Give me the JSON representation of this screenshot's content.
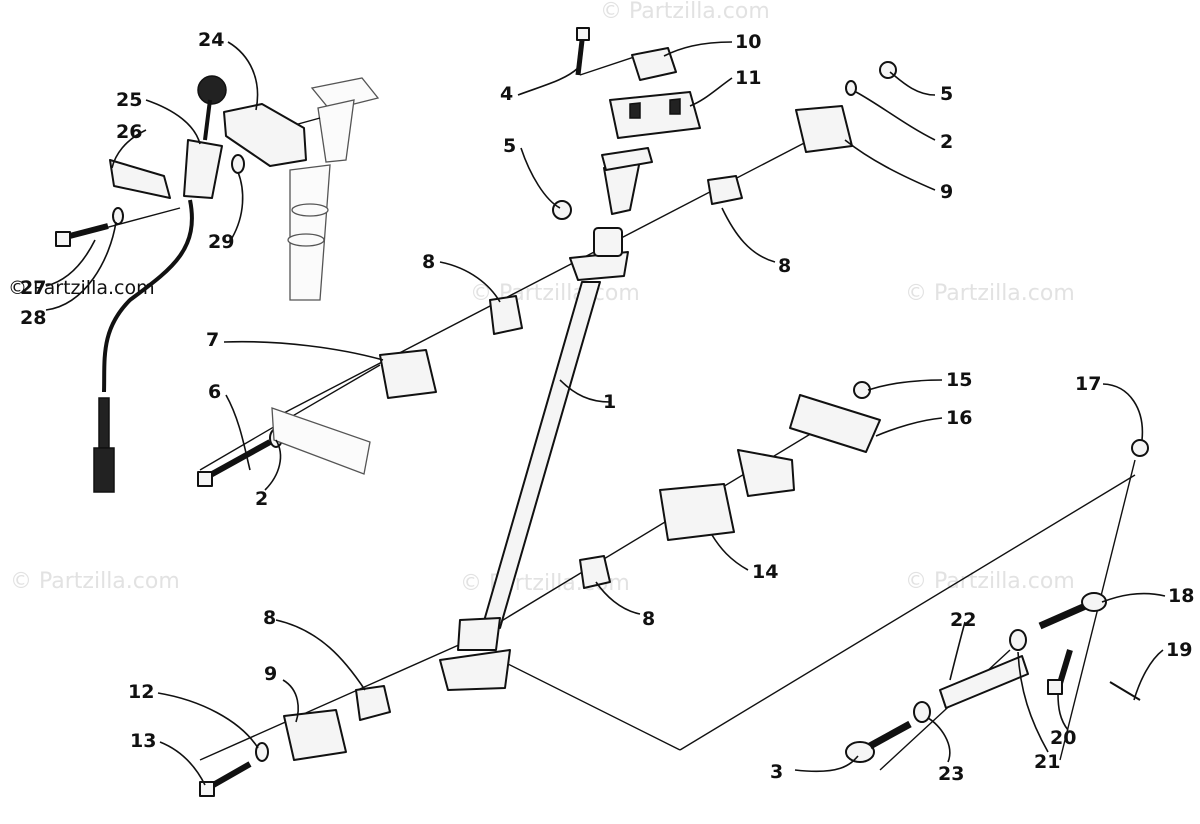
{
  "watermarks": [
    "© Partzilla.com",
    "© Partzilla.com",
    "© Partzilla.com",
    "© Partzilla.com",
    "© Partzilla.com",
    "© Partzilla.com",
    "© Partzilla.com"
  ],
  "callouts": [
    "1",
    "2",
    "2",
    "3",
    "4",
    "5",
    "5",
    "6",
    "7",
    "8",
    "8",
    "8",
    "8",
    "9",
    "9",
    "10",
    "11",
    "12",
    "13",
    "14",
    "15",
    "16",
    "17",
    "18",
    "19",
    "20",
    "21",
    "22",
    "23",
    "24",
    "25",
    "26",
    "27",
    "28",
    "29"
  ],
  "colors": {
    "ink": "#111111",
    "paper": "#ffffff",
    "watermark": "#e2e2e2"
  }
}
